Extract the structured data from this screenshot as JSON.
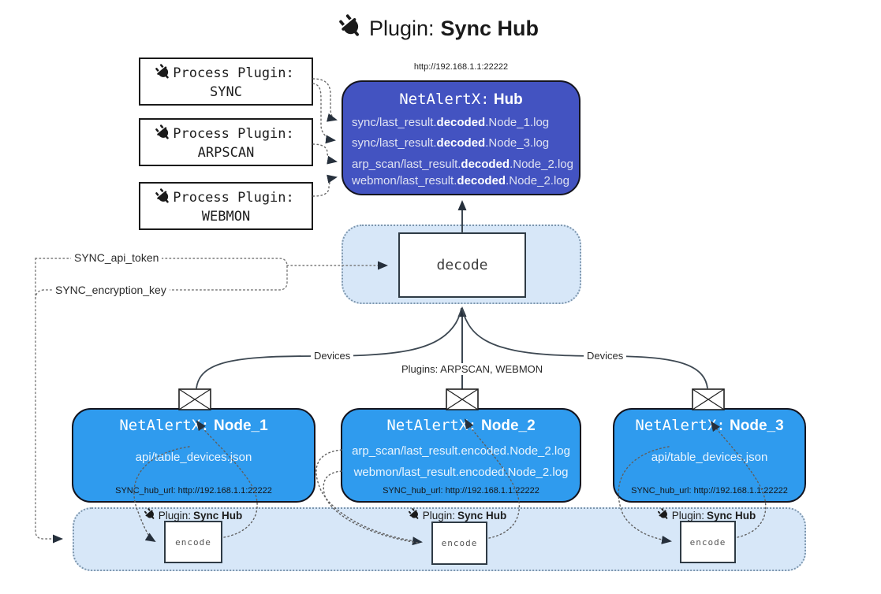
{
  "title": {
    "label": "Plugin:",
    "name": "Sync Hub"
  },
  "colors": {
    "hub_fill": "#4353c1",
    "node_fill": "#2f9bee",
    "container_fill": "#d7e7f8",
    "container_border": "#7d96ad",
    "solid_line": "#3d4852",
    "dotted_line": "#6b6b6b",
    "arrowhead": "#26303c"
  },
  "process_plugins": [
    {
      "label": "Process Plugin:",
      "name": "SYNC"
    },
    {
      "label": "Process Plugin:",
      "name": "ARPSCAN"
    },
    {
      "label": "Process Plugin:",
      "name": "WEBMON"
    }
  ],
  "hub": {
    "url": "http://192.168.1.1:22222",
    "title_prefix": "NetAlertX:",
    "title_name": "Hub",
    "logs": [
      {
        "pre": "sync/last_result.",
        "bold": "decoded",
        "post": ".Node_1.log"
      },
      {
        "pre": "sync/last_result.",
        "bold": "decoded",
        "post": ".Node_3.log"
      },
      {
        "pre": "arp_scan/last_result.",
        "bold": "decoded",
        "post": ".Node_2.log"
      },
      {
        "pre": "webmon/last_result.",
        "bold": "decoded",
        "post": ".Node_2.log"
      }
    ]
  },
  "decode_label": "decode",
  "keys": {
    "api_token": "SYNC_api_token",
    "encryption_key": "SYNC_encryption_key"
  },
  "edge_labels": {
    "devices_left": "Devices",
    "plugins_mid": "Plugins: ARPSCAN, WEBMON",
    "devices_right": "Devices"
  },
  "nodes": [
    {
      "title_prefix": "NetAlertX:",
      "title_name": "Node_1",
      "lines": [
        "api/table_devices.json"
      ],
      "hub_url": "SYNC_hub_url: http://192.168.1.1:22222"
    },
    {
      "title_prefix": "NetAlertX:",
      "title_name": "Node_2",
      "lines": [
        "arp_scan/last_result.encoded.Node_2.log",
        "webmon/last_result.encoded.Node_2.log"
      ],
      "hub_url": "SYNC_hub_url: http://192.168.1.1:22222"
    },
    {
      "title_prefix": "NetAlertX:",
      "title_name": "Node_3",
      "lines": [
        "api/table_devices.json"
      ],
      "hub_url": "SYNC_hub_url: http://192.168.1.1:22222"
    }
  ],
  "encode": {
    "plugin_label": "Plugin:",
    "plugin_name": "Sync Hub",
    "box_label": "encode"
  }
}
